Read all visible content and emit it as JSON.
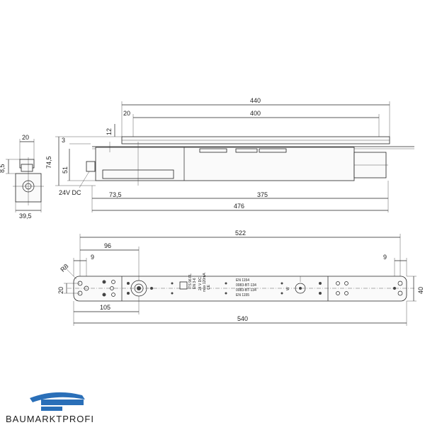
{
  "dimensions": {
    "top_total_length": "440",
    "top_inner_length": "400",
    "top_offset": "20",
    "top_height_12": "12",
    "top_height_3": "3",
    "top_height_74_5": "74,5",
    "top_height_51": "51",
    "top_left_73_5": "73,5",
    "top_right_375": "375",
    "top_overall_476": "476",
    "side_width_20": "20",
    "side_height_8_5": "8,5",
    "side_width_39_5": "39,5",
    "voltage_label": "24V DC",
    "plate_length_522": "522",
    "plate_offset_96": "96",
    "plate_offset_9_left": "9",
    "plate_offset_9_right": "9",
    "plate_radius": "R8",
    "plate_height_20": "20",
    "plate_height_40": "40",
    "plate_offset_105": "105",
    "plate_overall_540": "540"
  },
  "plate_labels": {
    "model": "ITS 96 FL",
    "norm": "EN 3-6",
    "voltage": "24 V DC",
    "current": "max 120mA",
    "ce": "CE",
    "en1154": "EN 1154",
    "en1155": "EN 1155",
    "cert1": "0083-BT-134",
    "cert2": "0083-BT-134",
    "dial": "W"
  },
  "brand": {
    "name": "BAUMARKTPROFI",
    "color_blue": "#2a6fb8",
    "color_dark": "#222222"
  }
}
